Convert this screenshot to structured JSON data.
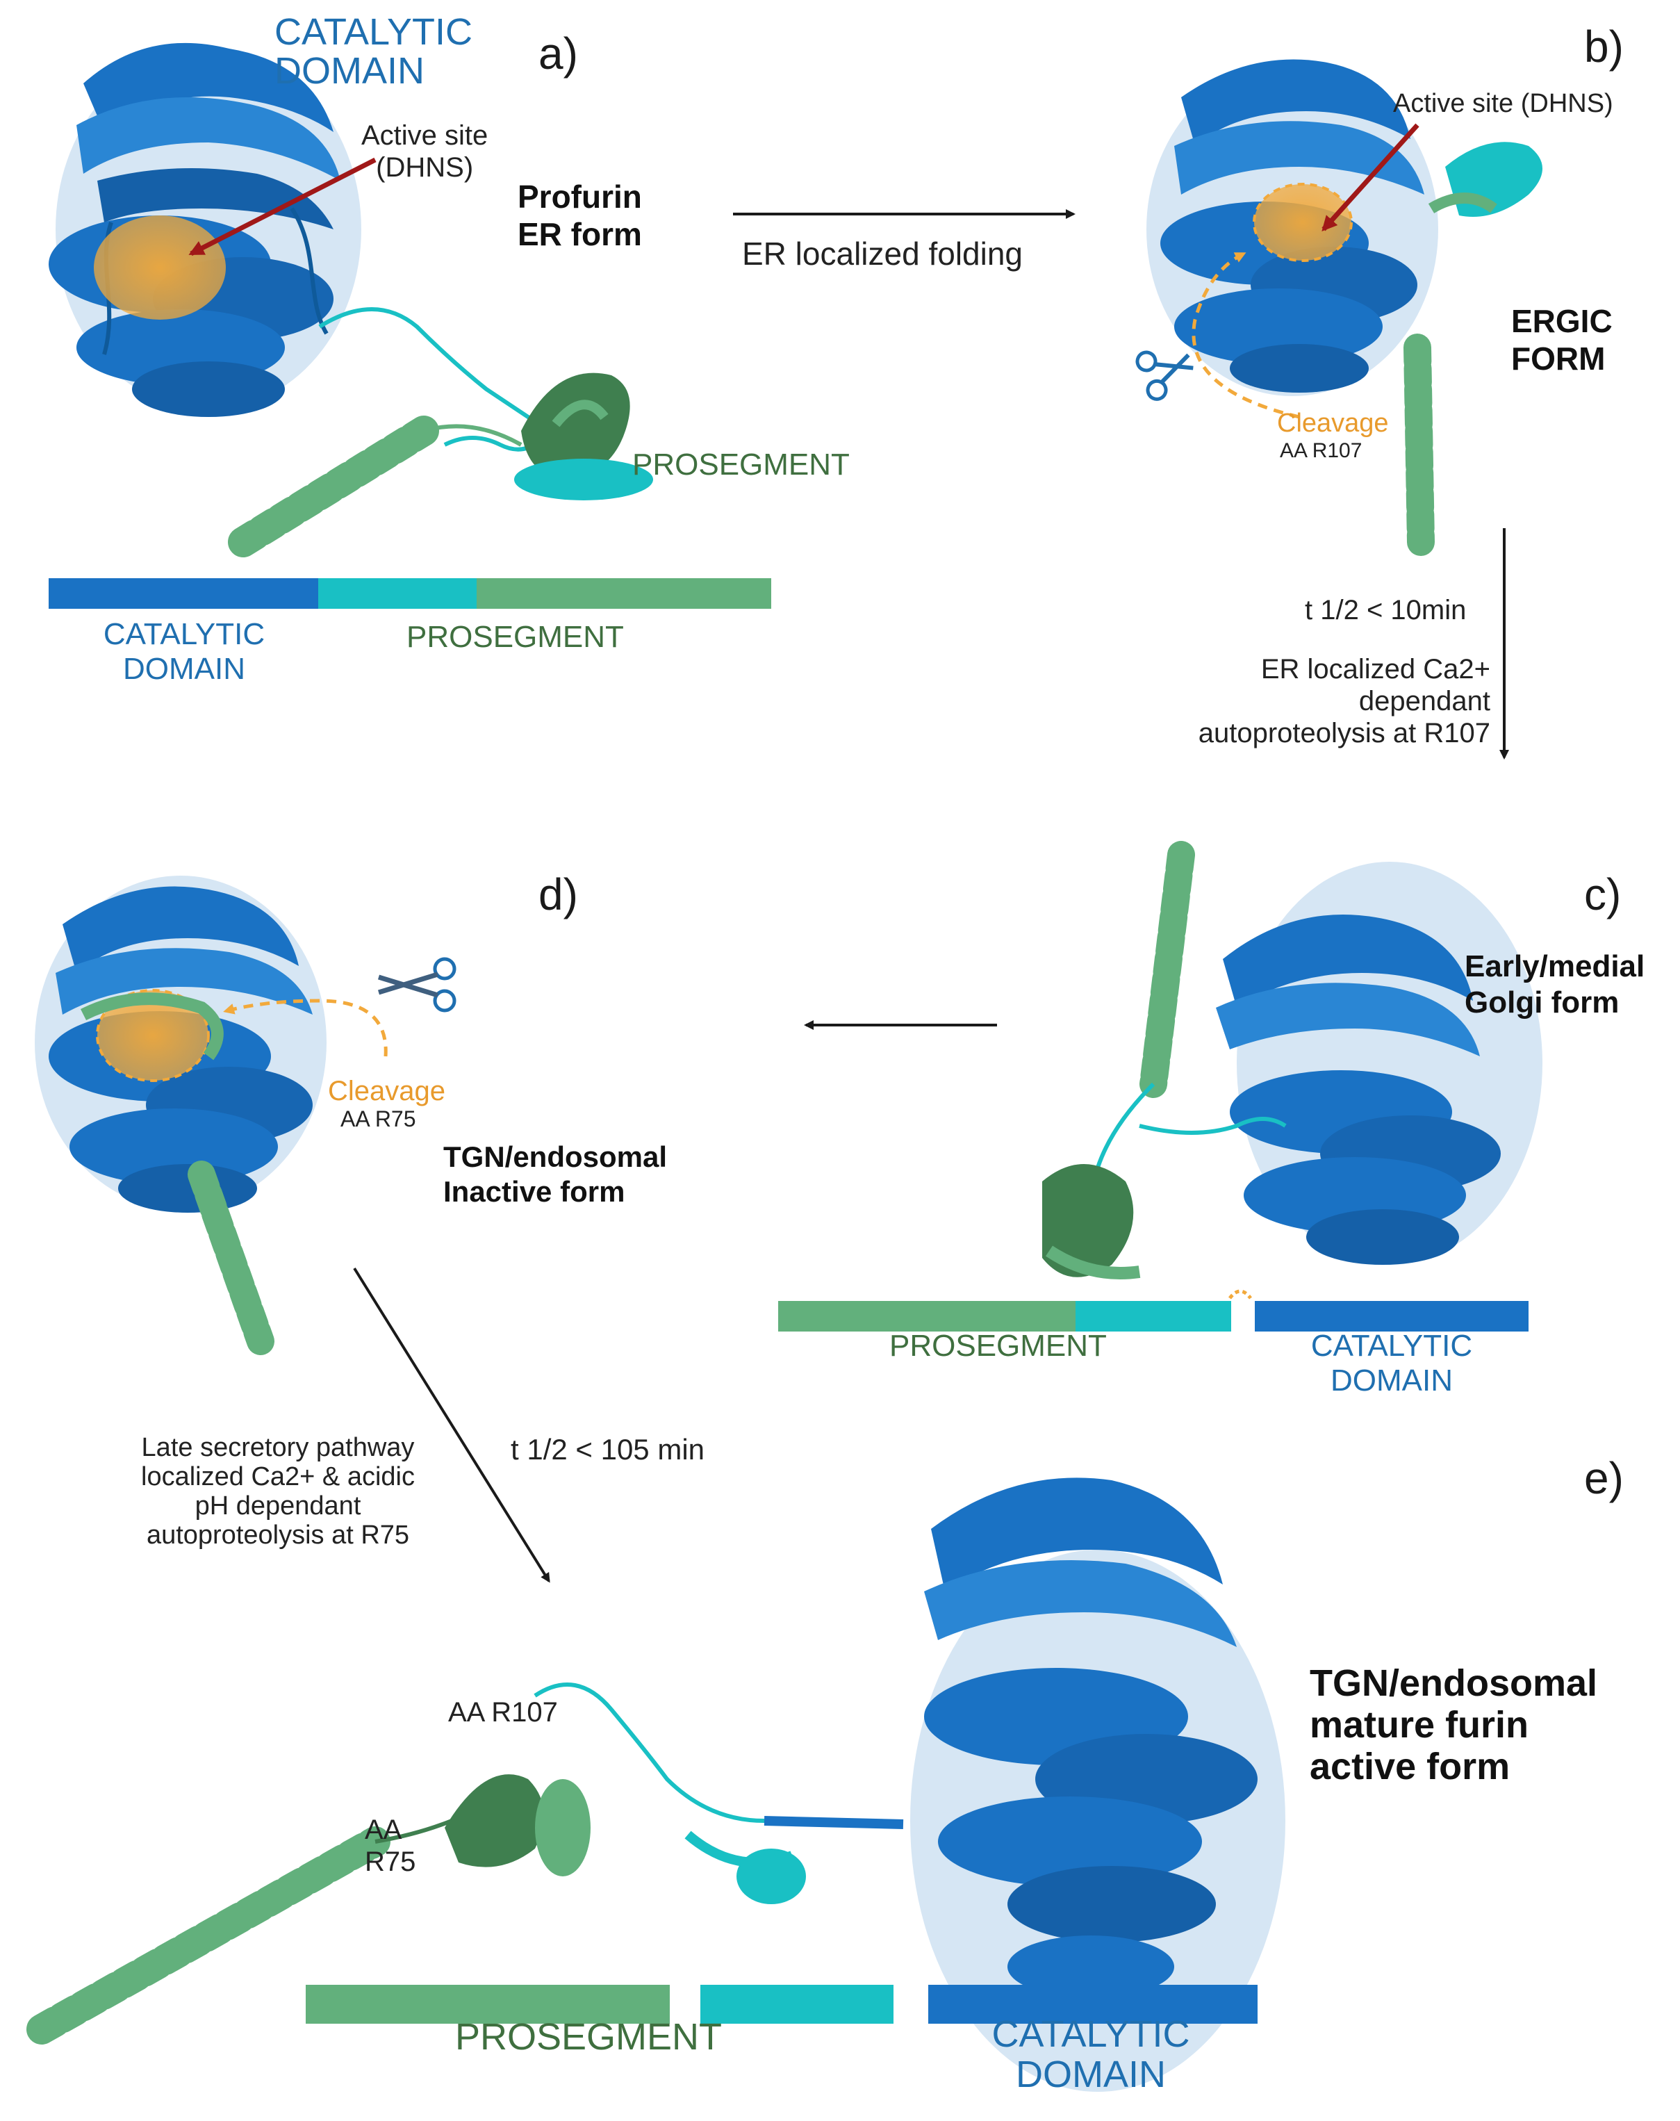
{
  "colors": {
    "catalytic": "#1a72c4",
    "catalytic_dark": "#0f5a9a",
    "prosegment_cyan": "#19c0c4",
    "prosegment_green": "#62b07c",
    "prosegment_green_dark": "#3f7f4f",
    "active_site": "#f2a93b",
    "arrow_red": "#a01818",
    "text_blue": "#1f6fb0",
    "text_green": "#3f6f3f",
    "text_orange": "#e89a2c"
  },
  "panel_a": {
    "letter": "a)",
    "catalytic_label_1": "CATALYTIC",
    "catalytic_label_2": "DOMAIN",
    "active_site_1": "Active site",
    "active_site_2": "(DHNS)",
    "form_1": "Profurin",
    "form_2": "ER form",
    "prosegment_label": "PROSEGMENT",
    "bar_catalytic_1": "CATALYTIC",
    "bar_catalytic_2": "DOMAIN",
    "bar_prosegment": "PROSEGMENT"
  },
  "arrow_ab": {
    "label": "ER localized folding"
  },
  "panel_b": {
    "letter": "b)",
    "active_site": "Active site (DHNS)",
    "form_1": "ERGIC",
    "form_2": "FORM",
    "cleavage": "Cleavage",
    "residue": "AA R107"
  },
  "arrow_bc": {
    "halflife": "t 1/2 < 10min",
    "desc_1": "ER localized Ca2+",
    "desc_2": "dependant",
    "desc_3": "autoproteolysis at R107"
  },
  "panel_c": {
    "letter": "c)",
    "form_1": "Early/medial",
    "form_2": "Golgi form",
    "bar_prosegment": "PROSEGMENT",
    "bar_catalytic_1": "CATALYTIC",
    "bar_catalytic_2": "DOMAIN"
  },
  "panel_d": {
    "letter": "d)",
    "cleavage": "Cleavage",
    "residue": "AA R75",
    "form_1": "TGN/endosomal",
    "form_2": "Inactive form"
  },
  "arrow_de": {
    "halflife": "t 1/2 < 105 min",
    "desc_1": "Late secretory pathway",
    "desc_2": "localized Ca2+ & acidic",
    "desc_3": "pH dependant",
    "desc_4": "autoproteolysis at R75"
  },
  "panel_e": {
    "letter": "e)",
    "residue_r107": "AA R107",
    "residue_r75_1": "AA",
    "residue_r75_2": "R75",
    "form_1": "TGN/endosomal",
    "form_2": "mature furin",
    "form_3": "active form",
    "bar_prosegment": "PROSEGMENT",
    "bar_catalytic_1": "CATALYTIC",
    "bar_catalytic_2": "DOMAIN"
  }
}
